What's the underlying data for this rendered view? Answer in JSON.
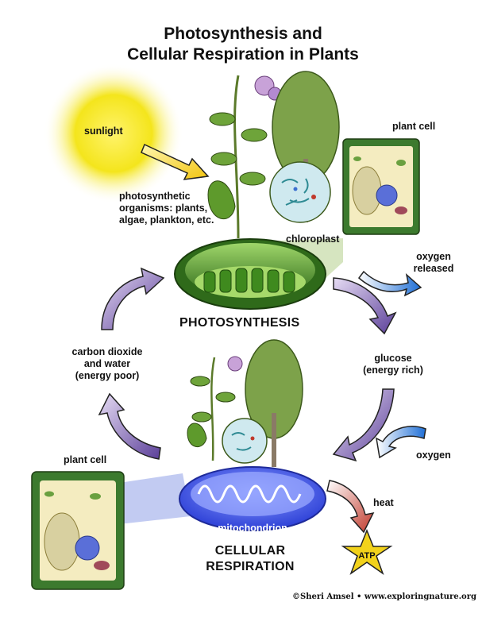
{
  "title": {
    "line1": "Photosynthesis and",
    "line2": "Cellular Respiration in Plants"
  },
  "labels": {
    "sunlight": "sunlight",
    "plant_cell_top": "plant cell",
    "organisms": [
      "photosynthetic",
      "organisms: plants,",
      "algae, plankton, etc."
    ],
    "chloroplast": "chloroplast",
    "oxygen_released": [
      "oxygen",
      "released"
    ],
    "photosynthesis": "PHOTOSYNTHESIS",
    "co2_water": [
      "carbon dioxide",
      "and water",
      "(energy poor)"
    ],
    "glucose": [
      "glucose",
      "(energy rich)"
    ],
    "oxygen": "oxygen",
    "plant_cell_bottom": "plant cell",
    "heat": "heat",
    "mitochondrion": "mitochondrion",
    "cellular_respiration": [
      "CELLULAR",
      "RESPIRATION"
    ],
    "atp": "ATP",
    "credit": "©Sheri Amsel • www.exploringnature.org"
  },
  "colors": {
    "sun": "#f4e51c",
    "cycle_arrow": "#7b5fb0",
    "oxygen_arrow": "#3d8fe0",
    "heat_arrow": "#c0392b",
    "chloroplast": "#4f8a2b",
    "mitochondrion": "#4a5ee8",
    "atp_star": "#f2d21b",
    "cell_wall": "#3c7a2e"
  }
}
